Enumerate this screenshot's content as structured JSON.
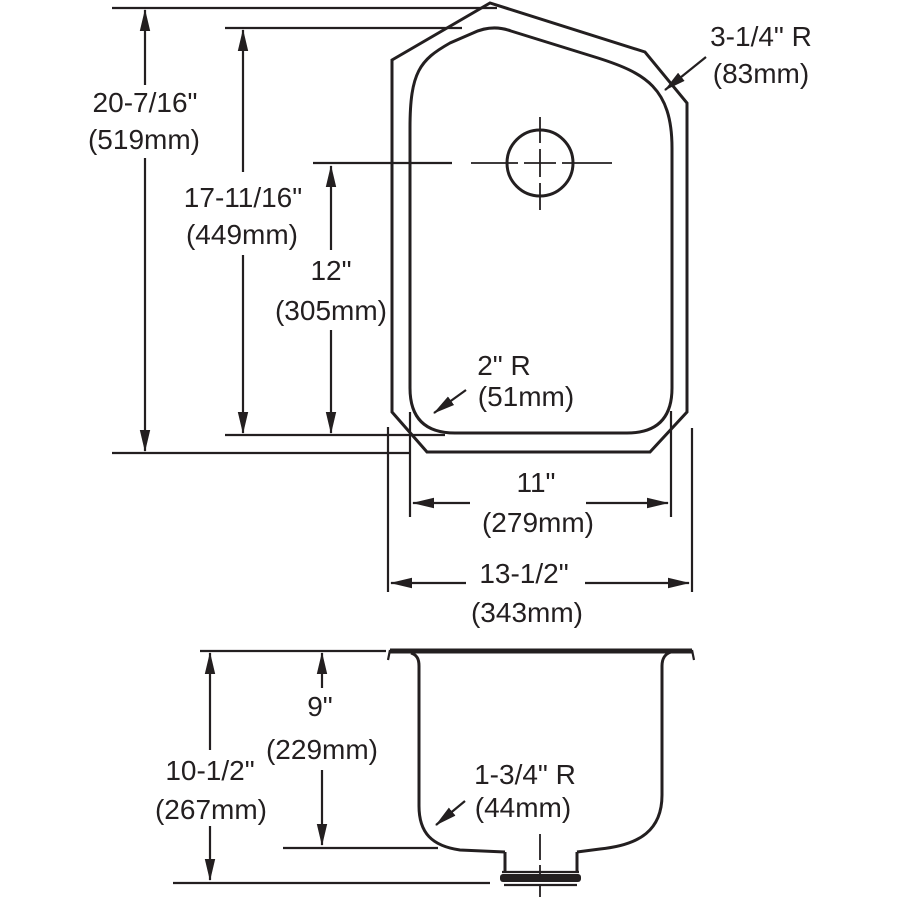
{
  "drawing_title": "Single-bowl undermount sink dimension drawing, plan view and section view",
  "colors": {
    "ink": "#231f20",
    "background": "#ffffff"
  },
  "plan_view": {
    "name": "Top (plan) view with faucet hole",
    "dims": {
      "overall_length": {
        "inches": "20-7/16\"",
        "metric": "(519mm)"
      },
      "bowl_length": {
        "inches": "17-11/16\"",
        "metric": "(449mm)"
      },
      "center_to_front": {
        "inches": "12\"",
        "metric": "(305mm)"
      },
      "corner_radius_back": {
        "inches": "3-1/4\" R",
        "metric": "(83mm)"
      },
      "corner_radius_front": {
        "inches": "2\" R",
        "metric": "(51mm)"
      },
      "bowl_width": {
        "inches": "11\"",
        "metric": "(279mm)"
      },
      "overall_width": {
        "inches": "13-1/2\"",
        "metric": "(343mm)"
      }
    }
  },
  "section_view": {
    "name": "Front (section) view with drain outlet",
    "dims": {
      "bowl_depth": {
        "inches": "9\"",
        "metric": "(229mm)"
      },
      "overall_depth": {
        "inches": "10-1/2\"",
        "metric": "(267mm)"
      },
      "bottom_radius": {
        "inches": "1-3/4\" R",
        "metric": "(44mm)"
      }
    }
  }
}
